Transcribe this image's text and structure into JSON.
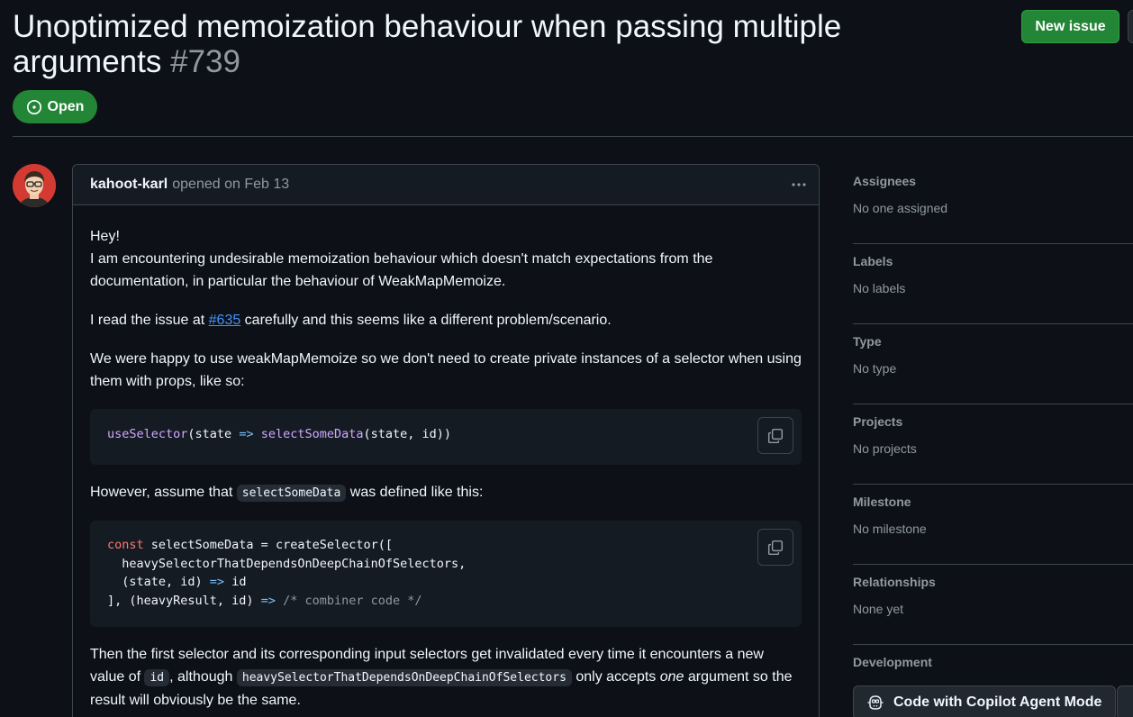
{
  "issue": {
    "title": "Unoptimized memoization behaviour when passing multiple arguments",
    "number": "#739",
    "state": "Open"
  },
  "actions": {
    "new_issue_label": "New issue",
    "copilot_label": "Code with Copilot Agent Mode"
  },
  "comment": {
    "author": "kahoot-karl",
    "meta": "opened on Feb 13",
    "p1_line1": "Hey!",
    "p1_line2": "I am encountering undesirable memoization behaviour which doesn't match expectations from the documentation, in particular the behaviour of WeakMapMemoize.",
    "p2_before": "I read the issue at ",
    "p2_link": "#635",
    "p2_after": " carefully and this seems like a different problem/scenario.",
    "p3": "We were happy to use weakMapMemoize so we don't need to create private instances of a selector when using them with props, like so:",
    "code1": {
      "fn1": "useSelector",
      "a": "(state ",
      "arrow": "=>",
      "sp": " ",
      "fn2": "selectSomeData",
      "b": "(state, id))"
    },
    "p4_before": "However, assume that ",
    "p4_code": "selectSomeData",
    "p4_after": " was defined like this:",
    "code2": {
      "kw": "const",
      "l1": " selectSomeData = createSelector([",
      "l2": "  heavySelectorThatDependsOnDeepChainOfSelectors,",
      "l3a": "  (state, id) ",
      "l3arrow": "=>",
      "l3b": " id",
      "l4a": "], (heavyResult, id) ",
      "l4arrow": "=>",
      "l4b": " ",
      "l4comment": "/* combiner code */"
    },
    "p5_a": "Then the first selector and its corresponding input selectors get invalidated every time it encounters a new value of ",
    "p5_code1": "id",
    "p5_b": ", although ",
    "p5_code2": "heavySelectorThatDependsOnDeepChainOfSelectors",
    "p5_c": " only accepts ",
    "p5_em": "one",
    "p5_d": " argument so the result will obviously be the same."
  },
  "sidebar": {
    "assignees": {
      "heading": "Assignees",
      "value": "No one assigned"
    },
    "labels": {
      "heading": "Labels",
      "value": "No labels"
    },
    "type": {
      "heading": "Type",
      "value": "No type"
    },
    "projects": {
      "heading": "Projects",
      "value": "No projects"
    },
    "milestone": {
      "heading": "Milestone",
      "value": "No milestone"
    },
    "relationships": {
      "heading": "Relationships",
      "value": "None yet"
    },
    "development": {
      "heading": "Development"
    }
  },
  "colors": {
    "background": "#0d1117",
    "open_green": "#238636",
    "link_blue": "#4493f8"
  }
}
